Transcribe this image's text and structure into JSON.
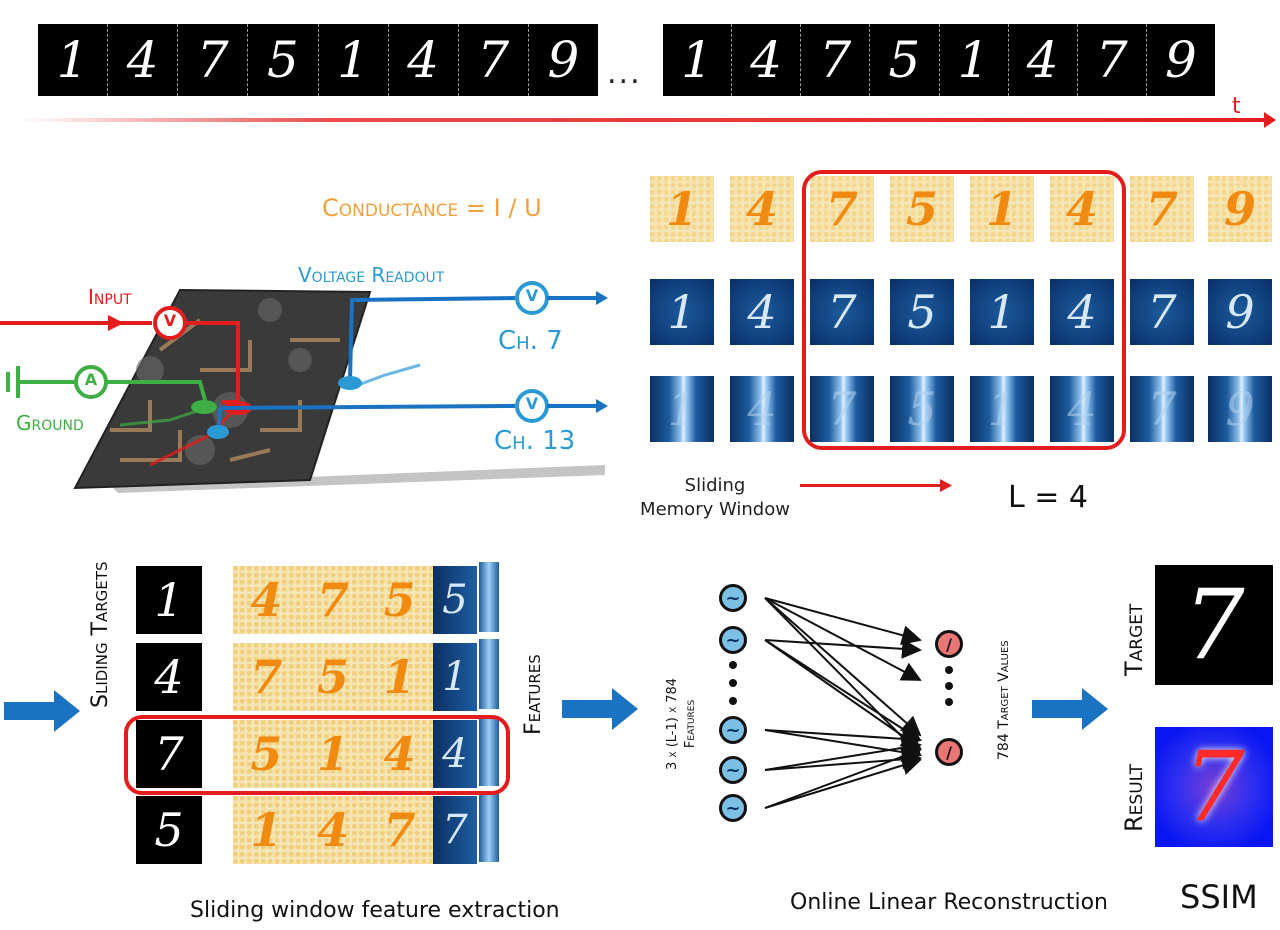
{
  "top_sequence": {
    "left_digits": [
      "1",
      "4",
      "7",
      "5",
      "1",
      "4",
      "7",
      "9"
    ],
    "right_digits": [
      "1",
      "4",
      "7",
      "5",
      "1",
      "4",
      "7",
      "9"
    ],
    "ellipsis": "...",
    "time_label": "t"
  },
  "device": {
    "conductance_label": "Conductance = I / U",
    "input_label": "Input",
    "voltage_readout_label": "Voltage Readout",
    "ground_label": "Ground",
    "ch7_label": "Ch. 7",
    "ch13_label": "Ch. 13",
    "v_symbol": "V",
    "a_symbol": "A"
  },
  "memory_window": {
    "row_conductance": [
      "1",
      "4",
      "7",
      "5",
      "1",
      "4",
      "7",
      "9"
    ],
    "row_voltage7": [
      "1",
      "4",
      "7",
      "5",
      "1",
      "4",
      "7",
      "9"
    ],
    "row_voltage13": [
      "1",
      "4",
      "7",
      "5",
      "1",
      "4",
      "7",
      "9"
    ],
    "sliding_label_line1": "Sliding",
    "sliding_label_line2": "Memory Window",
    "window_length": "L = 4"
  },
  "feature_extraction": {
    "sliding_targets_label": "Sliding Targets",
    "features_label": "Features",
    "targets": [
      "1",
      "4",
      "7",
      "5"
    ],
    "feature_rows": [
      [
        "4",
        "7",
        "5"
      ],
      [
        "7",
        "5",
        "1"
      ],
      [
        "5",
        "1",
        "4"
      ],
      [
        "1",
        "4",
        "7"
      ]
    ],
    "feature_blue": [
      "5",
      "1",
      "4",
      "7"
    ],
    "caption": "Sliding window feature extraction"
  },
  "network": {
    "input_label_line1": "3 x (L-1) x 784",
    "input_label_line2": "Features",
    "output_label": "784 Target Values",
    "caption": "Online Linear Reconstruction"
  },
  "output": {
    "target_label": "Target",
    "result_label": "Result",
    "target_digit": "7",
    "result_digit": "7",
    "ssim_label": "SSIM"
  },
  "colors": {
    "red": "#e31d1d",
    "blue": "#2b9ad4",
    "green": "#3fae44",
    "orange": "#f0a03c",
    "arrow_blue": "#1a73c2"
  }
}
